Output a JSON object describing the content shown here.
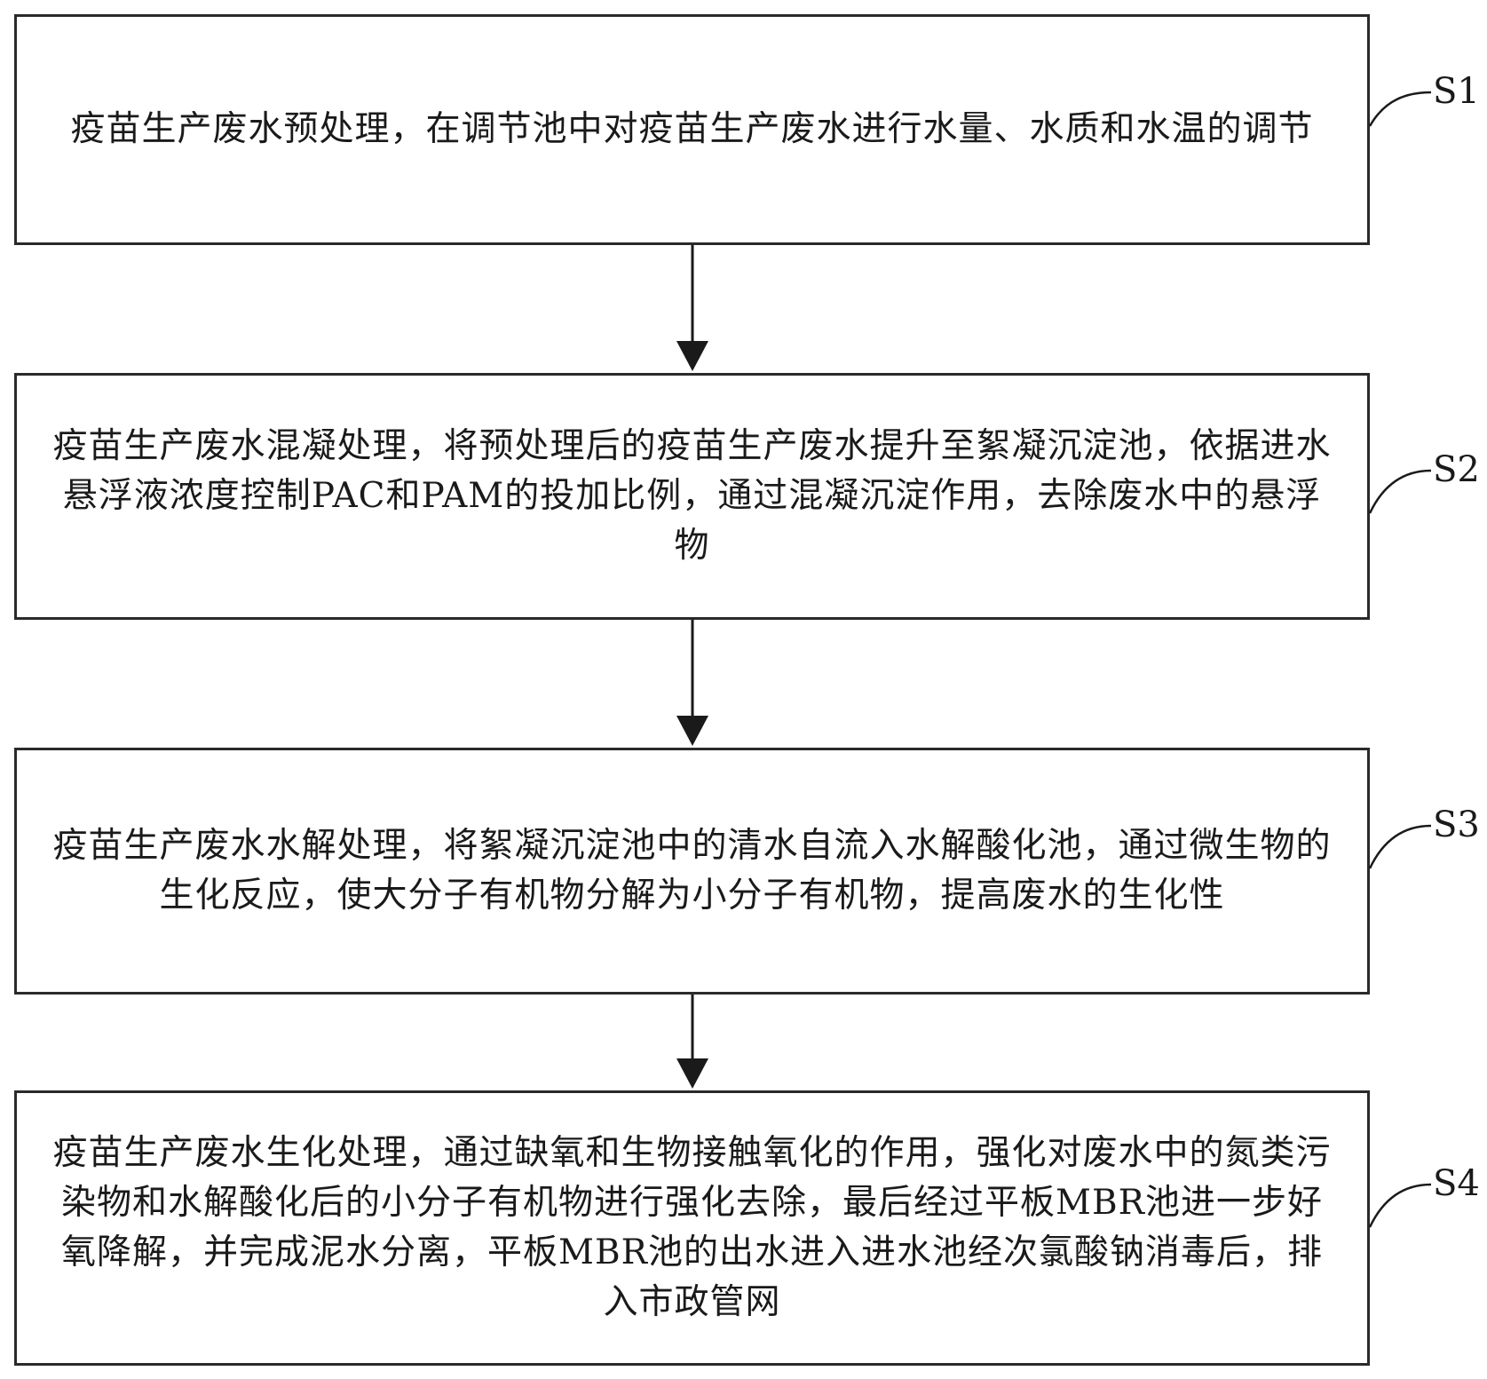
{
  "steps": [
    {
      "label": "S1",
      "text": "疫苗生产废水预处理，在调节池中对疫苗生产废水进行水量、水质和水温的调节"
    },
    {
      "label": "S2",
      "text": "疫苗生产废水混凝处理，将预处理后的疫苗生产废水提升至絮凝沉淀池，依据进水悬浮液浓度控制PAC和PAM的投加比例，通过混凝沉淀作用，去除废水中的悬浮物"
    },
    {
      "label": "S3",
      "text": "疫苗生产废水水解处理，将絮凝沉淀池中的清水自流入水解酸化池，通过微生物的生化反应，使大分子有机物分解为小分子有机物，提高废水的生化性"
    },
    {
      "label": "S4",
      "text": "疫苗生产废水生化处理，通过缺氧和生物接触氧化的作用，强化对废水中的氮类污染物和水解酸化后的小分子有机物进行强化去除，最后经过平板MBR池进一步好氧降解，并完成泥水分离，平板MBR池的出水进入进水池经次氯酸钠消毒后，排入市政管网"
    }
  ]
}
